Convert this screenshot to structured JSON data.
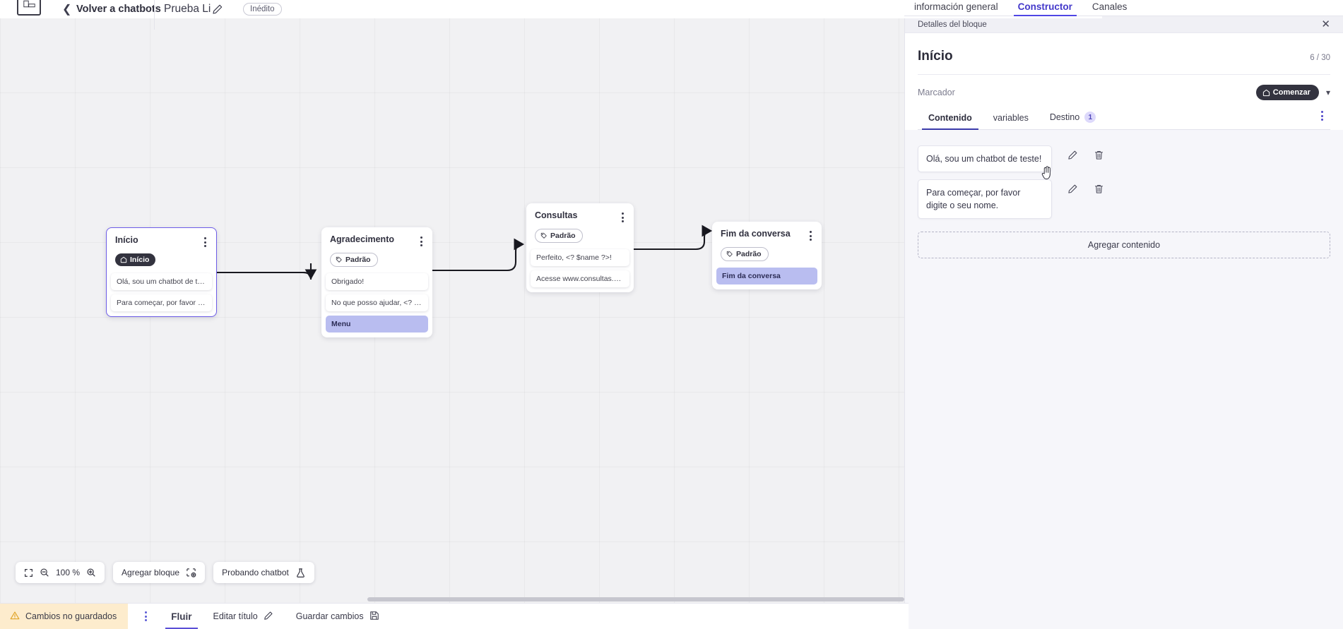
{
  "topbar": {
    "logo_icon": "app-logo-icon",
    "back_chevron_icon": "chevron-left-icon",
    "back_label": "Volver a chatbots",
    "doc_title": "Prueba Li",
    "edit_icon": "pencil-icon",
    "status_badge": "Inédito"
  },
  "right_tabs": {
    "items": [
      {
        "label": "información general",
        "active": false
      },
      {
        "label": "Constructor",
        "active": true
      },
      {
        "label": "Canales",
        "active": false
      }
    ]
  },
  "canvas": {
    "zoom_level": "100 %",
    "fit_icon": "fit-screen-icon",
    "zoom_out_icon": "zoom-out-icon",
    "zoom_in_icon": "zoom-in-icon",
    "add_block_label": "Agregar bloque",
    "add_block_icon": "add-block-icon",
    "test_chatbot_label": "Probando chatbot",
    "test_chatbot_icon": "flask-icon",
    "nodes": [
      {
        "title": "Início",
        "pill": {
          "label": "Início",
          "style": "dark",
          "icon": "home-icon"
        },
        "selected": true,
        "rows": [
          {
            "text": "Olá, sou um chatbot de teste!",
            "accent": false
          },
          {
            "text": "Para começar, por favor digite o ...",
            "accent": false
          }
        ]
      },
      {
        "title": "Agradecimento",
        "pill": {
          "label": "Padrão",
          "style": "outline",
          "icon": "tag-icon"
        },
        "selected": false,
        "rows": [
          {
            "text": "Obrigado!",
            "accent": false
          },
          {
            "text": "No que posso ajudar, <? $name ...",
            "accent": false
          },
          {
            "text": "Menu",
            "accent": true
          }
        ]
      },
      {
        "title": "Consultas",
        "pill": {
          "label": "Padrão",
          "style": "outline",
          "icon": "tag-icon"
        },
        "selected": false,
        "rows": [
          {
            "text": "Perfeito, <? $name ?>!",
            "accent": false
          },
          {
            "text": "Acesse www.consultas.com par...",
            "accent": false
          }
        ]
      },
      {
        "title": "Fim da conversa",
        "pill": {
          "label": "Padrão",
          "style": "outline",
          "icon": "tag-icon"
        },
        "selected": false,
        "rows": [
          {
            "text": "Fim da conversa",
            "accent": true
          }
        ]
      }
    ]
  },
  "bottombar": {
    "unsaved_label": "Cambios no guardados",
    "warning_icon": "warning-triangle-icon",
    "kebab_icon": "kebab-menu-icon",
    "flow_tab": "Fluir",
    "edit_title_label": "Editar título",
    "edit_title_icon": "pencil-icon",
    "save_label": "Guardar cambios",
    "save_icon": "save-disk-icon"
  },
  "panel": {
    "topbar_title": "Detalles del bloque",
    "close_icon": "close-icon",
    "heading": "Início",
    "counter": "6 / 30",
    "marker_label": "Marcador",
    "marker_button": {
      "label": "Comenzar",
      "icon": "home-icon"
    },
    "marker_chevron_icon": "chevron-down-icon",
    "tabs": [
      {
        "label": "Contenido",
        "active": true,
        "badge": null
      },
      {
        "label": "variables",
        "active": false,
        "badge": null
      },
      {
        "label": "Destino",
        "active": false,
        "badge": "1"
      }
    ],
    "tabs_kebab_icon": "kebab-menu-icon",
    "content_items": [
      {
        "text": "Olá, sou um chatbot de teste!",
        "edit_icon": "pencil-icon",
        "delete_icon": "trash-icon"
      },
      {
        "text": "Para começar, por favor digite o seu nome.",
        "edit_icon": "pencil-icon",
        "delete_icon": "trash-icon"
      }
    ],
    "add_content_label": "Agregar contenido"
  },
  "colors": {
    "accent_indigo": "#4f46e5",
    "node_accent_row": "#b9bdf0",
    "pill_dark": "#33333f",
    "warning_bg": "#fdeccd",
    "canvas_bg": "#f1f1f3",
    "panel_bg": "#f6f6fa"
  }
}
